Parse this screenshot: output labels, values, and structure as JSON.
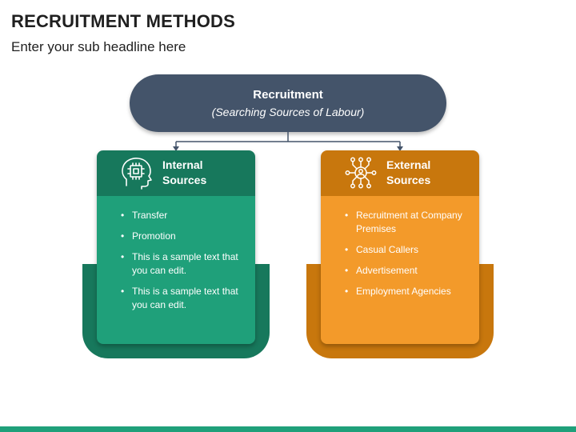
{
  "header": {
    "title": "RECRUITMENT METHODS",
    "subtitle": "Enter your sub headline here"
  },
  "root": {
    "title": "Recruitment",
    "subtitle": "(Searching Sources of Labour)",
    "color": "#44546a"
  },
  "branches": [
    {
      "title_line1": "Internal",
      "title_line2": "Sources",
      "icon": "head-chip-icon",
      "head_color": "#17785c",
      "body_color": "#1fa07a",
      "tray_color": "#17785c",
      "items": [
        "Transfer",
        "Promotion",
        "This is a sample text that you can edit.",
        "This is a sample text that you can edit."
      ]
    },
    {
      "title_line1": "External",
      "title_line2": "Sources",
      "icon": "network-person-icon",
      "head_color": "#c8770d",
      "body_color": "#f39a2a",
      "tray_color": "#c8770d",
      "items": [
        "Recruitment at Company Premises",
        "Casual Callers",
        "Advertisement",
        "Employment Agencies"
      ]
    }
  ],
  "colors": {
    "connector": "#44546a",
    "bottom_bar": "#1fa07a"
  }
}
